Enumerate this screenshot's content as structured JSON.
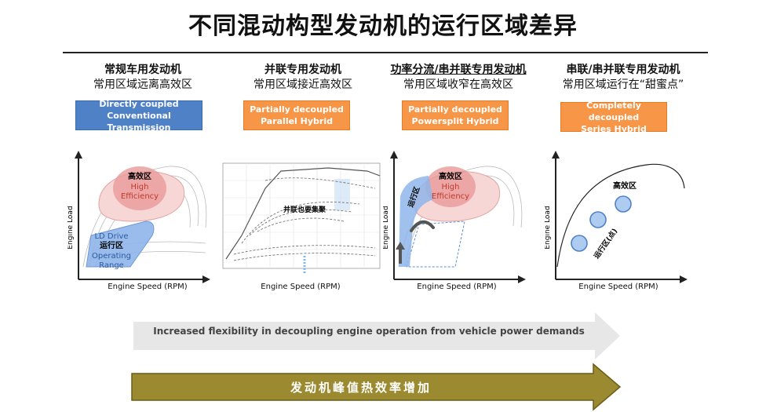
{
  "title": "不同混动构型发动机的运行区域差异",
  "columns": [
    {
      "heading": "常规车用发动机",
      "subheading": "常用区域远离高效区",
      "tag_line1": "Directly coupled",
      "tag_line2": "Conventional Transmission",
      "tag_color": "#4f81c7",
      "plot": {
        "y_label": "Engine Load",
        "x_label": "Engine Speed (RPM)",
        "high_eff_cn": "高效区",
        "high_eff_en1": "High",
        "high_eff_en2": "Efficiency",
        "op_en1": "LD Drive",
        "op_cn": "运行区",
        "op_en2": "Operating",
        "op_en3": "Range"
      }
    },
    {
      "heading": "并联专用发动机",
      "subheading": "常用区域接近高效区",
      "tag_line1": "Partially decoupled",
      "tag_line2": "Parallel Hybrid",
      "tag_color": "#f79646",
      "plot": {
        "x_label": "Engine Speed (RPM)",
        "annotation": "并联也要集聚"
      }
    },
    {
      "heading": "功率分流/串并联专用发动机",
      "subheading": "常用区域收窄在高效区",
      "tag_line1": "Partially decoupled",
      "tag_line2": "Powersplit Hybrid",
      "tag_color": "#f79646",
      "plot": {
        "y_label": "Engine Load",
        "x_label": "Engine Speed (RPM)",
        "high_eff_cn": "高效区",
        "high_eff_en1": "High",
        "high_eff_en2": "Efficiency",
        "op_cn": "运行区"
      }
    },
    {
      "heading": "串联/串并联专用发动机",
      "subheading": "常用区域运行在“甜蜜点”",
      "tag_line1": "Completely decoupled",
      "tag_line2": "Series Hybrid",
      "tag_color": "#f79646",
      "plot": {
        "y_label": "Engine Load",
        "x_label": "Engine Speed (RPM)",
        "high_eff_cn": "高效区",
        "op_cn": "运行区(点)"
      }
    }
  ],
  "arrow_flexibility": "Increased flexibility in decoupling engine operation from vehicle power demands",
  "arrow_efficiency": "发动机峰值热效率增加",
  "colors": {
    "arrow_grey": "#e7e7e7",
    "arrow_olive": "#9b8a2f",
    "high_eff_fill": "#e9a0a0",
    "op_fill": "#8fb5ea"
  }
}
